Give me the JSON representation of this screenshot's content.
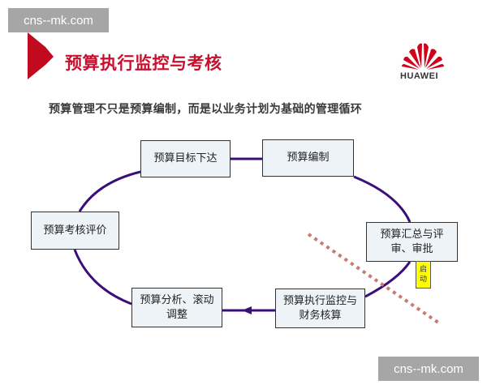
{
  "watermark": {
    "text": "cns--mk.com"
  },
  "header": {
    "title": "预算执行监控与考核",
    "subtitle": "预算管理不只是预算编制，而是以业务计划为基础的管理循环",
    "logo_text": "HUAWEI",
    "accent_color": "#c8102e"
  },
  "cycle": {
    "nodes": [
      {
        "id": "target",
        "label": "预算目标下达"
      },
      {
        "id": "compile",
        "label": "预算编制"
      },
      {
        "id": "review",
        "label": "预算汇总与评审、审批"
      },
      {
        "id": "execute",
        "label": "预算执行监控与财务核算"
      },
      {
        "id": "analyze",
        "label": "预算分析、滚动调整"
      },
      {
        "id": "evaluate",
        "label": "预算考核评价"
      }
    ],
    "start_tag": "启动",
    "line_color": "#3b0f7a",
    "divider_color": "#c97b73"
  }
}
